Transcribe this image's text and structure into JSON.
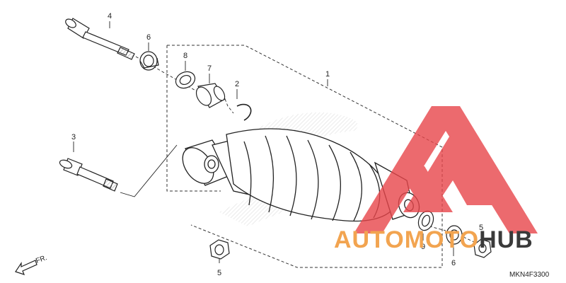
{
  "diagram": {
    "code": "MKN4F3300",
    "front_label": "FR.",
    "callouts": {
      "c1": "1",
      "c2": "2",
      "c3": "3",
      "c4": "4",
      "c5a": "5",
      "c5b": "5",
      "c6a": "6",
      "c6b": "6",
      "c7": "7",
      "c8": "8",
      "c9": "9"
    }
  },
  "watermark": {
    "brand_part1": "AUTOMOTO",
    "brand_part2": "HUB",
    "color_red": "#e8454a",
    "color_orange": "#f2a450",
    "color_dark": "#3a3a3a"
  }
}
